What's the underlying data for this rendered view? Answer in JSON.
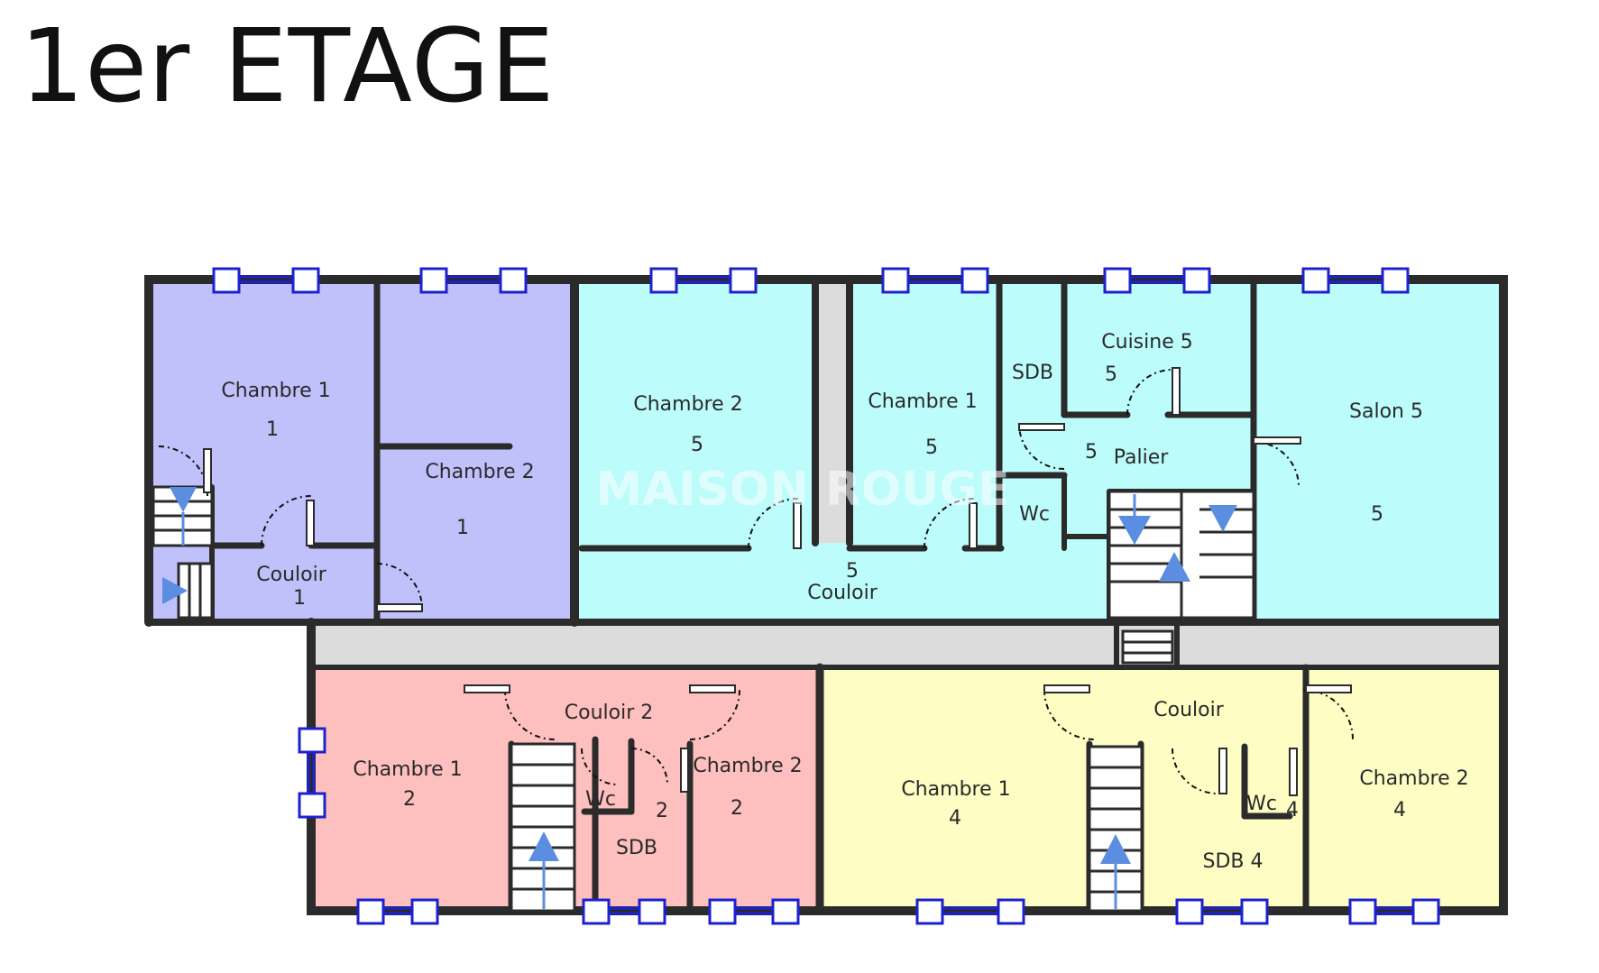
{
  "title": "1er ETAGE",
  "watermark": "MAISON ROUGE",
  "colors": {
    "lot1": "#c0c0fa",
    "lot5": "#bcfcfb",
    "lot2": "#fdc0bf",
    "lot4": "#fdfdc4",
    "corridor": "#dcdcdc",
    "wall": "#2b2b2b",
    "window": "#1c22d0",
    "stair_arrow": "#5b8ee0"
  },
  "rooms": {
    "lot1_chambre1": {
      "name": "Chambre 1",
      "lot": "1"
    },
    "lot1_chambre2": {
      "name": "Chambre 2",
      "lot": "1"
    },
    "lot1_couloir": {
      "name": "Couloir",
      "lot": "1"
    },
    "lot5_chambre2": {
      "name": "Chambre 2",
      "lot": "5"
    },
    "lot5_chambre1": {
      "name": "Chambre 1",
      "lot": "5"
    },
    "lot5_sdb": {
      "name": "SDB"
    },
    "lot5_cuisine": {
      "name": "Cuisine 5",
      "lot": "5"
    },
    "lot5_palier": {
      "name": "Palier",
      "lot": "5"
    },
    "lot5_wc": {
      "name": "Wc"
    },
    "lot5_salon": {
      "name": "Salon 5",
      "lot": "5"
    },
    "lot5_couloir": {
      "name": "Couloir",
      "lot": "5"
    },
    "lot2_couloir": {
      "name": "Couloir   2"
    },
    "lot2_chambre1": {
      "name": "Chambre 1",
      "lot": "2"
    },
    "lot2_wc": {
      "name": "Wc"
    },
    "lot2_sdb": {
      "name": "SDB",
      "lot": "2"
    },
    "lot2_chambre2": {
      "name": "Chambre 2",
      "lot": "2"
    },
    "lot4_couloir": {
      "name": "Couloir"
    },
    "lot4_chambre1": {
      "name": "Chambre 1",
      "lot": "4"
    },
    "lot4_wc": {
      "name": "Wc",
      "lot": "4"
    },
    "lot4_sdb": {
      "name": "SDB  4"
    },
    "lot4_chambre2": {
      "name": "Chambre 2",
      "lot": "4"
    }
  }
}
